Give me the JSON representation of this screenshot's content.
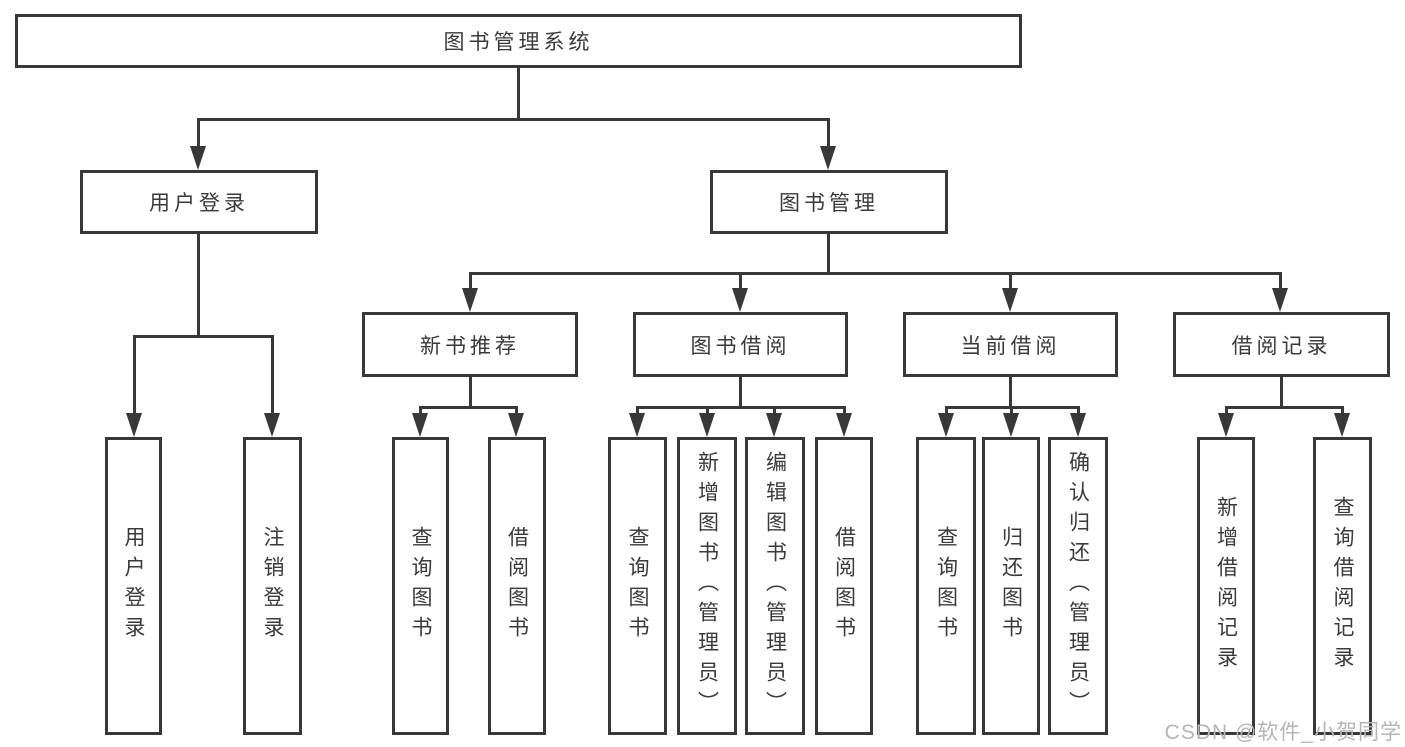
{
  "diagram": {
    "root": {
      "label": "图书管理系统"
    },
    "level2": [
      {
        "label": "用户登录"
      },
      {
        "label": "图书管理"
      }
    ],
    "level3": [
      {
        "label": "新书推荐"
      },
      {
        "label": "图书借阅"
      },
      {
        "label": "当前借阅"
      },
      {
        "label": "借阅记录"
      }
    ],
    "level4": {
      "user_login": [
        {
          "label": "用户登录"
        },
        {
          "label": "注销登录"
        }
      ],
      "new_book_recommend": [
        {
          "label": "查询图书"
        },
        {
          "label": "借阅图书"
        }
      ],
      "book_borrow": [
        {
          "label": "查询图书"
        },
        {
          "label": "新增图书（管理员）"
        },
        {
          "label": "编辑图书（管理员）"
        },
        {
          "label": "借阅图书"
        }
      ],
      "current_borrow": [
        {
          "label": "查询图书"
        },
        {
          "label": "归还图书"
        },
        {
          "label": "确认归还（管理员）"
        }
      ],
      "borrow_records": [
        {
          "label": "新增借阅记录"
        },
        {
          "label": "查询借阅记录"
        }
      ]
    }
  },
  "watermark": {
    "text": "CSDN @软件_小贺同学"
  },
  "colors": {
    "line": "#383838",
    "box_border": "#383838",
    "text": "#3a3a3a",
    "background": "#ffffff",
    "watermark": "#b5b5b5"
  }
}
